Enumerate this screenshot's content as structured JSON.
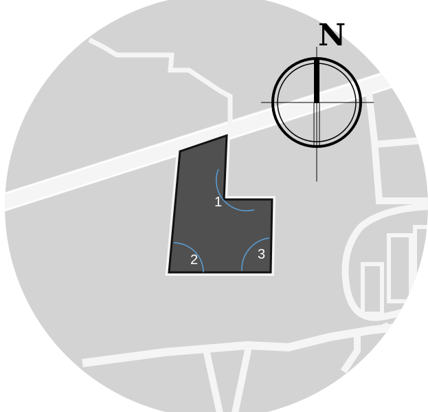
{
  "map": {
    "north_label": "N",
    "corner_labels": [
      "1",
      "2",
      "3"
    ],
    "colors": {
      "land": "#d3d3d3",
      "street": "#f5f5f5",
      "plot_fill": "#505050",
      "plot_outline": "#111111",
      "arc": "#5aa0d8",
      "compass": "#000000"
    },
    "icons": {
      "compass": "north-arrow-compass-icon"
    }
  }
}
